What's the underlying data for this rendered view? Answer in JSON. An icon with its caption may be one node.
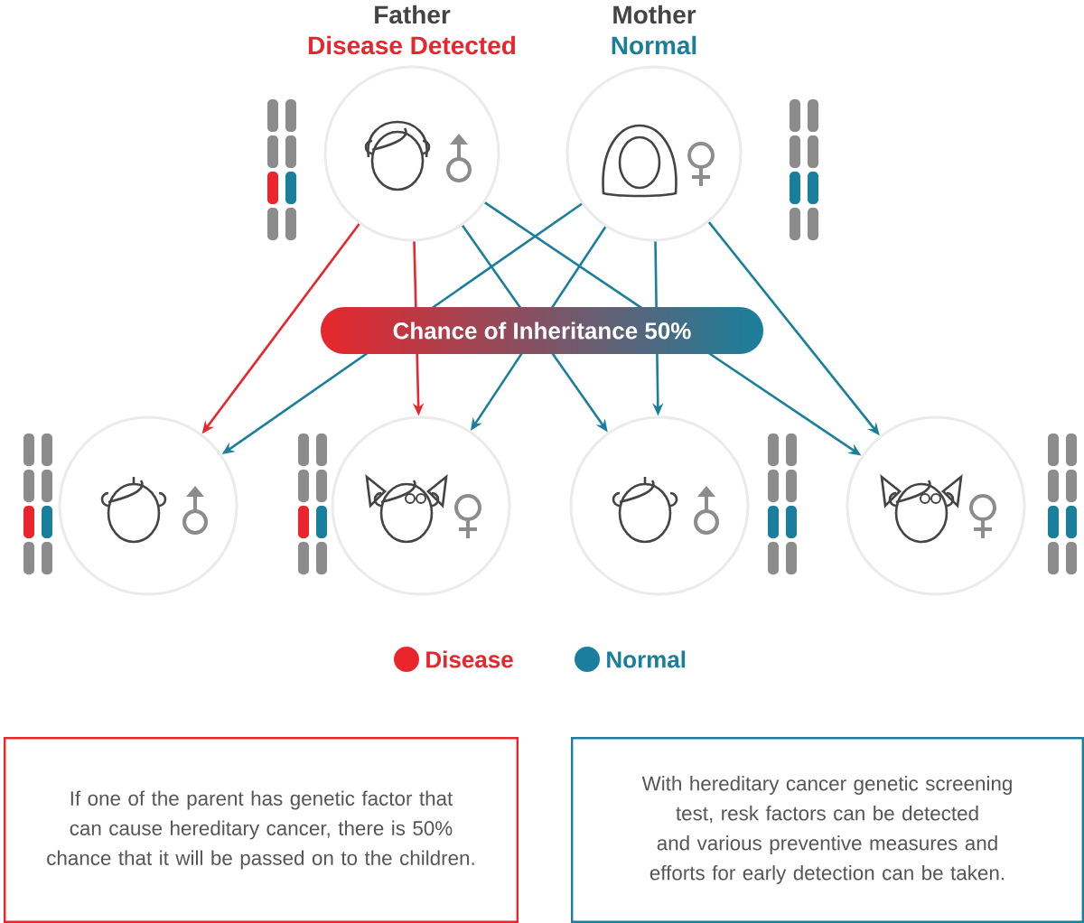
{
  "diagram": {
    "nodes": [
      {
        "text": [
          "Father",
          "Disease Detected"
        ]
      },
      {
        "text": [
          "Mother",
          "Normal"
        ]
      },
      {
        "text": [
          "Chance of Inheritance 50%"
        ]
      },
      {
        "text": [],
        "shape": "circle"
      },
      {
        "text": [],
        "shape": "circle"
      },
      {
        "text": [],
        "shape": "circle"
      },
      {
        "text": [],
        "shape": "circle"
      },
      {
        "text": [
          "If one of the parent has genetic factor that can cause hereditary cancer, there is 50% chance that it will be passed on to the children."
        ]
      },
      {
        "text": [
          "With hereditary cancer genetic screening test, resk factors can be detected and various preventive measures and efforts for early detection can be taken."
        ]
      }
    ],
    "edges": [
      {
        "from": 0,
        "to": 3,
        "arrow": "to",
        "color": "#e8262c"
      },
      {
        "from": 0,
        "to": 4,
        "arrow": "to",
        "color": "#e8262c"
      },
      {
        "from": 0,
        "to": 5,
        "arrow": "to"
      },
      {
        "from": 0,
        "to": 6,
        "arrow": "to"
      },
      {
        "from": 1,
        "to": 3,
        "arrow": "to"
      },
      {
        "from": 1,
        "to": 4,
        "arrow": "to"
      },
      {
        "from": 1,
        "to": 5,
        "arrow": "to"
      },
      {
        "from": 1,
        "to": 6,
        "arrow": "to"
      }
    ],
    "legend": [
      {
        "text": "Disease",
        "color": "#e8262c"
      },
      {
        "text": "Normal",
        "color": "#1a7f9c"
      }
    ]
  }
}
